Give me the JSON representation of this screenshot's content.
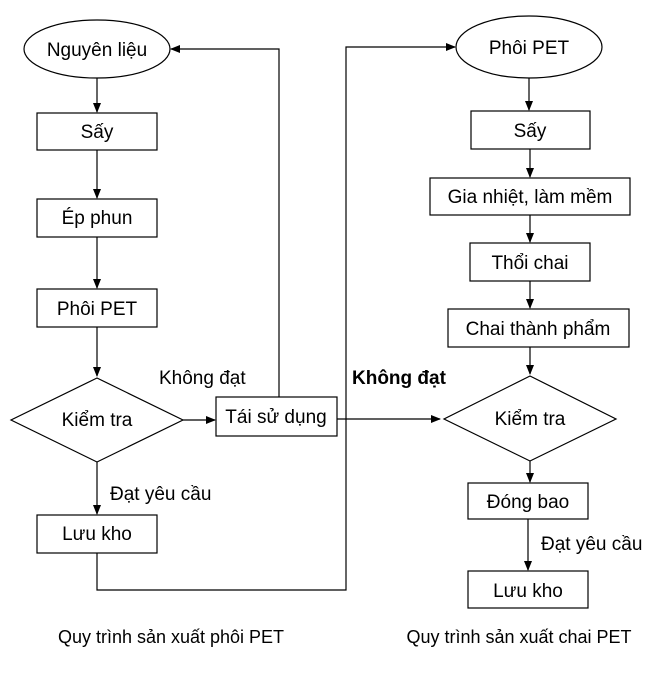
{
  "left_flow": {
    "caption": "Quy trình sản xuất phôi PET",
    "nodes": {
      "raw_material": "Nguyên liệu",
      "drying": "Sấy",
      "injection": "Ép phun",
      "preform": "Phôi PET",
      "inspection": "Kiểm tra",
      "storage": "Lưu kho",
      "reuse": "Tái sử dụng"
    },
    "edges": {
      "fail_label": "Không đạt",
      "pass_label": "Đạt yêu cầu"
    }
  },
  "right_flow": {
    "caption": "Quy trình sản xuất chai PET",
    "nodes": {
      "preform": "Phôi PET",
      "drying": "Sấy",
      "heating": "Gia nhiệt, làm mềm",
      "blowing": "Thổi chai",
      "finished": "Chai thành phẩm",
      "inspection": "Kiểm tra",
      "packing": "Đóng bao",
      "storage": "Lưu kho"
    },
    "edges": {
      "fail_label": "Không đạt",
      "pass_label": "Đạt yêu cầu"
    }
  }
}
